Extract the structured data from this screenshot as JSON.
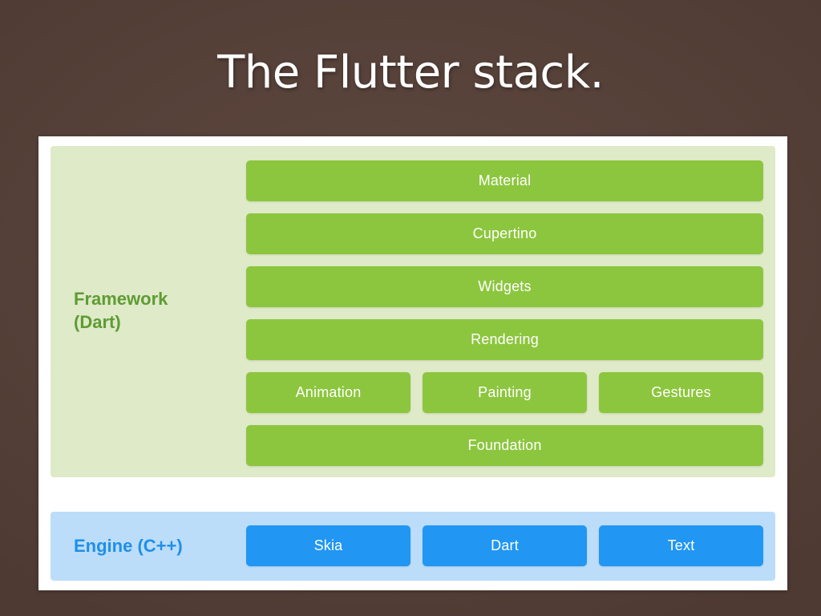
{
  "slide": {
    "title": "The Flutter stack.",
    "background_color": "#574339"
  },
  "colors": {
    "framework_panel": "#deeac8",
    "framework_label": "#5f9b33",
    "framework_bar": "#8cc63e",
    "engine_panel": "#bbddfa",
    "engine_label": "#1f8fe8",
    "engine_bar": "#2196f3",
    "card": "#ffffff",
    "bar_text": "#ffffff"
  },
  "stack": {
    "framework": {
      "label": "Framework\n(Dart)",
      "rows": [
        {
          "items": [
            {
              "label": "Material"
            }
          ]
        },
        {
          "items": [
            {
              "label": "Cupertino"
            }
          ]
        },
        {
          "items": [
            {
              "label": "Widgets"
            }
          ]
        },
        {
          "items": [
            {
              "label": "Rendering"
            }
          ]
        },
        {
          "items": [
            {
              "label": "Animation"
            },
            {
              "label": "Painting"
            },
            {
              "label": "Gestures"
            }
          ]
        },
        {
          "items": [
            {
              "label": "Foundation"
            }
          ]
        }
      ]
    },
    "engine": {
      "label": "Engine (C++)",
      "rows": [
        {
          "items": [
            {
              "label": "Skia"
            },
            {
              "label": "Dart"
            },
            {
              "label": "Text"
            }
          ]
        }
      ]
    }
  }
}
